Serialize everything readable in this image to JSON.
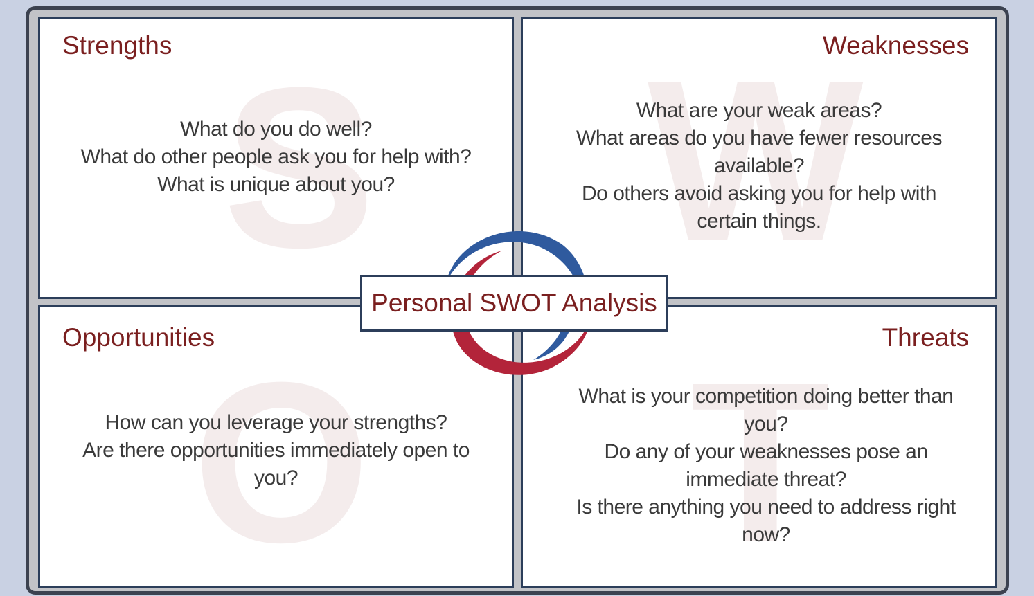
{
  "title": "Personal SWOT Analysis",
  "colors": {
    "heading": "#7a1f1f",
    "body_text": "#3a3a3a",
    "border": "#2c3e5a",
    "ring_blue": "#2f5a9e",
    "ring_red": "#b3243a",
    "watermark": "#f4ecec"
  },
  "quadrants": {
    "strengths": {
      "heading": "Strengths",
      "watermark": "S",
      "questions": [
        "What do you do well?",
        "What do other people ask you for help with?",
        "What is unique about you?"
      ]
    },
    "weaknesses": {
      "heading": "Weaknesses",
      "watermark": "W",
      "questions": [
        "What are your weak areas?",
        "What areas do you have fewer resources",
        "available?",
        "Do others avoid asking you for help with",
        "certain things."
      ]
    },
    "opportunities": {
      "heading": "Opportunities",
      "watermark": "O",
      "questions": [
        "How can you leverage your strengths?",
        "Are there opportunities immediately open to",
        "you?"
      ]
    },
    "threats": {
      "heading": "Threats",
      "watermark": "T",
      "questions": [
        "What is your competition doing better than",
        "you?",
        "Do any of your weaknesses pose an",
        "immediate threat?",
        "Is there anything you need to address right",
        "now?"
      ]
    }
  }
}
